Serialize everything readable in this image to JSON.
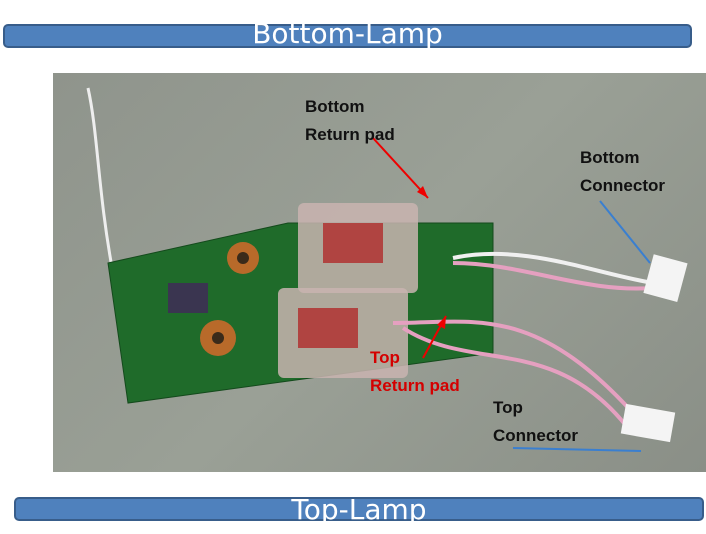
{
  "title_top": "Bottom-Lamp",
  "title_bottom": "Top-Lamp",
  "labels": {
    "bottom_return_pad": [
      "Bottom",
      "Return pad"
    ],
    "bottom_connector": [
      "Bottom",
      "Connector"
    ],
    "top_return_pad": [
      "Top",
      "Return pad"
    ],
    "top_connector": [
      "Top",
      "Connector"
    ]
  },
  "colors": {
    "bar": "#4f81bd",
    "bar_border": "#385d8a",
    "red_label": "#d40000",
    "pcb": "#1f6b2a"
  }
}
